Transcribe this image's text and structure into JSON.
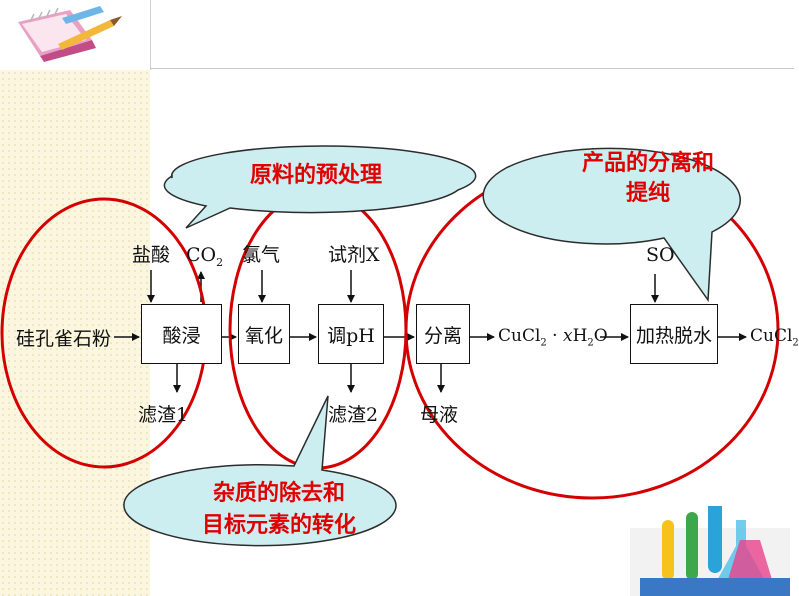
{
  "callouts": {
    "pretreatment": "原料的预处理",
    "separation_line1": "产品的分离和",
    "separation_line2": "提纯",
    "impurity_line1": "杂质的除去和",
    "impurity_line2": "目标元素的转化"
  },
  "flow": {
    "raw_material": "硅孔雀石粉",
    "acid_leach": "酸浸",
    "oxidize": "氧化",
    "adjust_ph": "调pH",
    "separate": "分离",
    "heat_dehydrate": "加热脱水",
    "hydrochloric_acid": "盐酸",
    "chlorine": "氯气",
    "reagent_x": "试剂X",
    "residue1": "滤渣1",
    "residue2": "滤渣2",
    "mother_liquor": "母液",
    "co2_main": "CO",
    "co2_sub": "2",
    "so_partial": "SO",
    "hydrate_a": "CuCl",
    "hydrate_sub": "2",
    "hydrate_dot": " · ",
    "hydrate_x": "x",
    "hydrate_h": "H",
    "hydrate_h2": "2",
    "hydrate_o": "O",
    "product_main": "CuCl",
    "product_sub": "2"
  },
  "colors": {
    "callout_fill": "#cdeef0",
    "callout_text": "#e00000",
    "circle": "#d40000"
  }
}
